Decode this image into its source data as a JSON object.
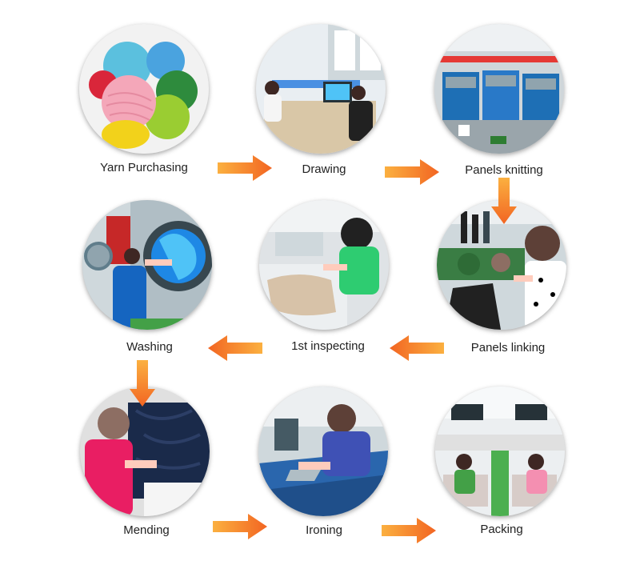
{
  "steps": [
    {
      "label": "Yarn Purchasing",
      "picture": "yarn-balls-photo"
    },
    {
      "label": "Drawing",
      "picture": "design-office-photo"
    },
    {
      "label": "Panels knitting",
      "picture": "knitting-machines-photo"
    },
    {
      "label": "Panels linking",
      "picture": "linking-machine-photo"
    },
    {
      "label": "1st inspecting",
      "picture": "inspection-table-photo"
    },
    {
      "label": "Washing",
      "picture": "industrial-washer-photo"
    },
    {
      "label": "Mending",
      "picture": "mending-worker-photo"
    },
    {
      "label": "Ironing",
      "picture": "ironing-worker-photo"
    },
    {
      "label": "Packing",
      "picture": "packing-workshop-photo"
    }
  ],
  "colors": {
    "arrow": "#f7941d",
    "arrow_light": "#fbb040",
    "label": "#222222"
  }
}
